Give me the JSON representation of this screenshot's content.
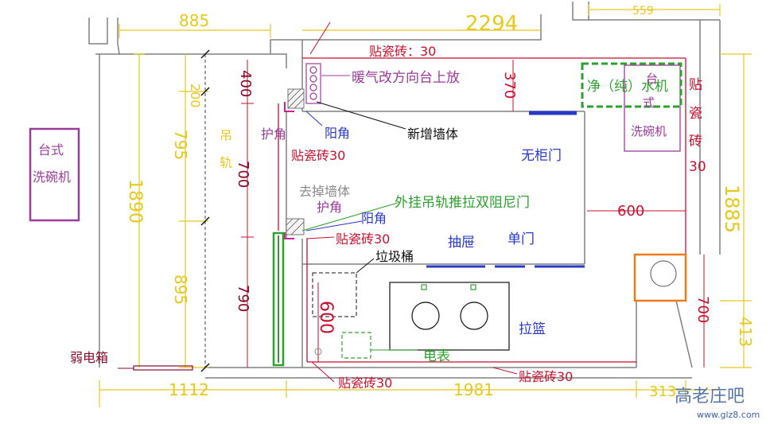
{
  "colors": {
    "wall": "#808080",
    "dim_yellow": "#e6c81e",
    "dim_red": "#c8102e",
    "maroon": "#8b0a2a",
    "purple": "#9b3b9b",
    "blue": "#2a38c8",
    "green": "#2ea02e",
    "orange": "#f07a1a",
    "black": "#111111",
    "gray_text": "#8a8a8a"
  },
  "dimensions": {
    "top_885": "885",
    "top_2294": "2294",
    "top_559": "559",
    "left_200": "200",
    "left_795": "795",
    "left_1890": "1890",
    "left_895": "895",
    "inner_400": "400",
    "inner_700": "700",
    "inner_790": "790",
    "inner_370": "370",
    "inner_600_right": "600",
    "inner_600_trash": "600",
    "right_1885": "1885",
    "right_700": "700",
    "right_413": "413",
    "bottom_1112": "1112",
    "bottom_1981": "1981",
    "bottom_313": "313"
  },
  "labels": {
    "tile_top": "贴瓷砖：30",
    "heater": "暖气改方向台上放",
    "purifier": "净（纯）水机",
    "dishwasher_right_a": "台",
    "dishwasher_right_b": "式",
    "dishwasher_right_c": "洗碗机",
    "tile_right_1": "贴",
    "tile_right_2": "瓷",
    "tile_right_3": "砖",
    "tile_right_4": "30",
    "corner_guard_1": "护角",
    "outer_corner_1": "阳角",
    "new_wall": "新增墙体",
    "tile_30_a": "贴瓷砖30",
    "no_door": "无柜门",
    "rail_1": "吊",
    "rail_2": "轨",
    "remove_wall": "去掉墙体",
    "sliding_door": "外挂吊轨推拉双阻尼门",
    "corner_guard_2": "护角",
    "outer_corner_2": "阳角",
    "tile_30_b": "贴瓷砖30",
    "drawer": "抽屉",
    "single_door": "单门",
    "trash": "垃圾桶",
    "basket": "拉篮",
    "meter": "电表",
    "weak_box": "弱电箱",
    "dishwasher_left_a": "台式",
    "dishwasher_left_b": "洗碗机",
    "tile_30_c": "贴瓷砖30",
    "tile_30_d": "贴瓷砖30",
    "logo_site": "www.glz8.com",
    "logo_text": "高老庄吧"
  }
}
